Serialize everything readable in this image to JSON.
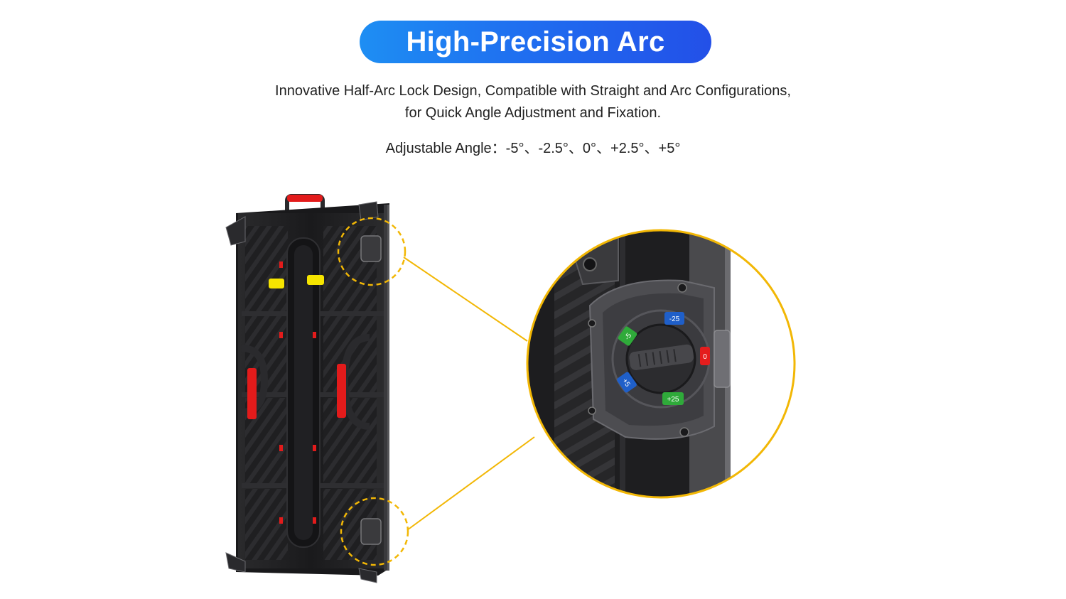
{
  "header": {
    "title": "High-Precision Arc"
  },
  "description": {
    "line1": "Innovative Half-Arc Lock Design, Compatible with Straight and Arc Configurations,",
    "line2": "for Quick Angle Adjustment and Fixation."
  },
  "angle": {
    "text": "Adjustable Angle：-5°、-2.5°、0°、+2.5°、+5°"
  },
  "dial": {
    "labels": {
      "minus5": "-5",
      "minus25": "-25",
      "zero": "0",
      "plus25": "+25",
      "plus5": "+5"
    }
  },
  "colors": {
    "title_gradient_start": "#1e8ef3",
    "title_gradient_end": "#2350e8",
    "callout_line": "#f2b705",
    "handle_red": "#e31b1b",
    "connector_yellow": "#f5e400",
    "dial_blue": "#1f5fc9",
    "dial_green": "#2faa3a",
    "dial_red": "#e41d1d",
    "panel_black": "#1c1c1e"
  }
}
